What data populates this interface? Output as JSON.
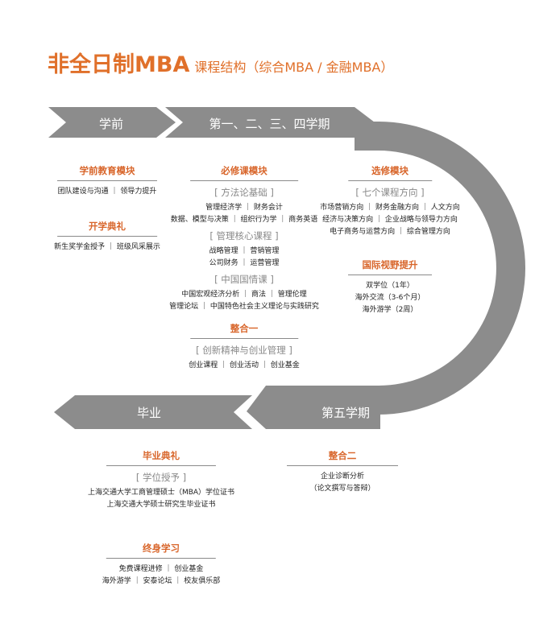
{
  "title": {
    "main": "非全日制MBA",
    "sub": "课程结构（综合MBA / 金融MBA）"
  },
  "arrows": {
    "pre": "学前",
    "terms": "第一、二、三、四学期",
    "fifth": "第五学期",
    "graduate": "毕业"
  },
  "pre_module": {
    "title": "学前教育模块",
    "lines": [
      "团队建设与沟通 ｜ 领导力提升"
    ]
  },
  "opening": {
    "title": "开学典礼",
    "lines": [
      "新生奖学金授予 ｜ 班级风采展示"
    ]
  },
  "required": {
    "title": "必修课模块",
    "groups": [
      {
        "label": "[ 方法论基础 ]",
        "lines": [
          "管理经济学 ｜ 财务会计",
          "数据、模型与决策 ｜ 组织行为学 ｜ 商务英语"
        ]
      },
      {
        "label": "[ 管理核心课程 ]",
        "lines": [
          "战略管理 ｜ 营销管理",
          "公司财务 ｜ 运营管理"
        ]
      },
      {
        "label": "[ 中国国情课 ]",
        "lines": [
          "中国宏观经济分析 ｜ 商法 ｜ 管理伦理",
          "管理论坛 ｜ 中国特色社会主义理论与实践研究"
        ]
      }
    ]
  },
  "integration1": {
    "title": "整合一",
    "label": "[ 创新精神与创业管理 ]",
    "lines": [
      "创业课程 ｜ 创业活动 ｜ 创业基金"
    ]
  },
  "elective": {
    "title": "选修模块",
    "label": "[ 七个课程方向 ]",
    "lines": [
      "市场营销方向 ｜ 财务金融方向 ｜ 人文方向",
      "经济与决策方向 ｜ 企业战略与领导力方向",
      "电子商务与运营方向 ｜ 综合管理方向"
    ]
  },
  "international": {
    "title": "国际视野提升",
    "lines": [
      "双学位（1年）",
      "海外交流（3-6个月）",
      "海外游学（2周）"
    ]
  },
  "graduation": {
    "title": "毕业典礼",
    "label": "[ 学位授予 ]",
    "lines": [
      "上海交通大学工商管理硕士（MBA）学位证书",
      "上海交通大学硕士研究生毕业证书"
    ]
  },
  "integration2": {
    "title": "整合二",
    "lines": [
      "企业诊断分析",
      "（论文撰写与答辩）"
    ]
  },
  "lifelong": {
    "title": "终身学习",
    "lines": [
      "免费课程进修 ｜ 创业基金",
      "海外游学 ｜ 安泰论坛 ｜ 校友俱乐部"
    ]
  },
  "colors": {
    "accent": "#e0702a",
    "arrow": "#8c8c8c",
    "rule": "#8a8a8a"
  }
}
